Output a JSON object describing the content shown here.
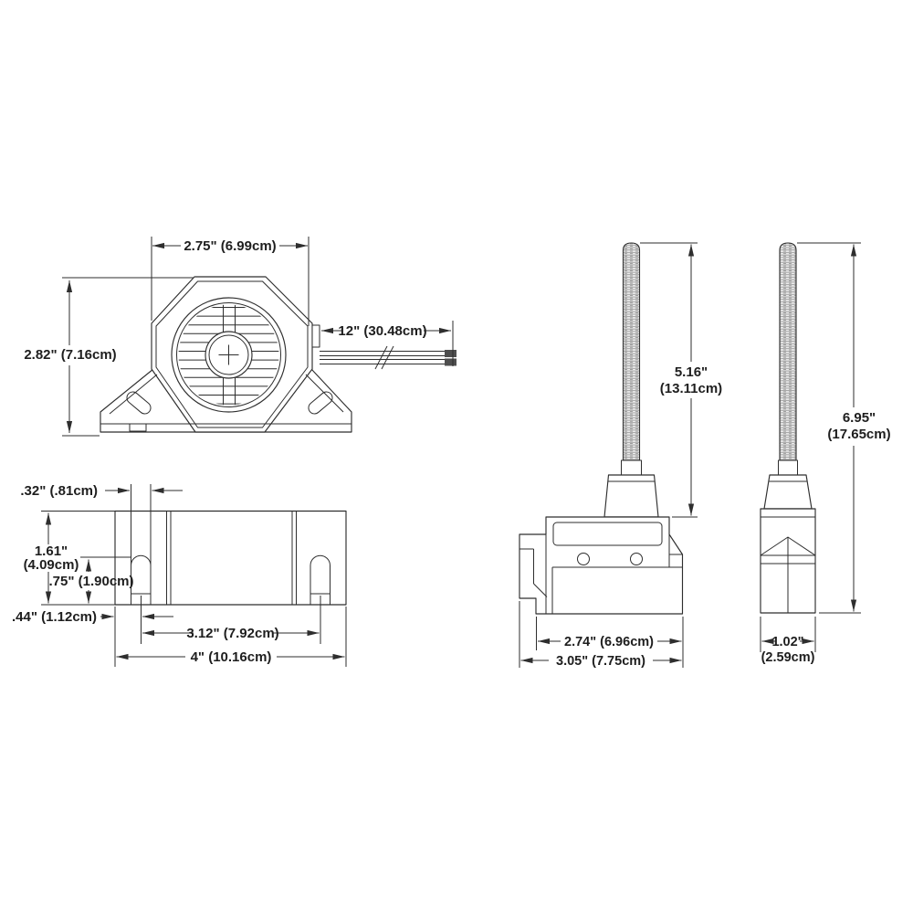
{
  "diagram": {
    "title": "backup-alarm-and-plunger-switch-dimension-drawing",
    "background_color": "#ffffff",
    "line_color": "#2e2e2e",
    "text_color": "#1e1e1e",
    "wire_tip_color": "#4e4e4e",
    "thread_bg_color": "#ececec",
    "thread_line_color": "#8c8c8c",
    "views": {
      "alarm_front": {
        "description": "front view of octagonal back-up alarm with mounting feet and two wires",
        "dims": {
          "width": "2.75\" (6.99cm)",
          "height": "2.82\" (7.16cm)",
          "wire_length": "12\" (30.48cm)"
        }
      },
      "alarm_side": {
        "description": "side view of alarm base with mounting slots",
        "dims": {
          "slot_width": ".32\" (.81cm)",
          "height_in": "1.61\"",
          "height_cm": "(4.09cm)",
          "slot_height": ".75\" (1.90cm)",
          "edge_to_slot": ".44\" (1.12cm)",
          "slot_spacing": "3.12\" (7.92cm)",
          "overall_width": "4\" (10.16cm)"
        }
      },
      "switch_front": {
        "description": "front view of plunger switch with threaded rod",
        "dims": {
          "rod_height_in": "5.16\"",
          "rod_height_cm": "(13.11cm)",
          "body_width": "2.74\" (6.96cm)",
          "overall_width": "3.05\" (7.75cm)"
        }
      },
      "switch_side": {
        "description": "side view of plunger switch with threaded rod",
        "dims": {
          "overall_height_in": "6.95\"",
          "overall_height_cm": "(17.65cm)",
          "depth_in": "1.02\"",
          "depth_cm": "(2.59cm)"
        }
      }
    }
  }
}
